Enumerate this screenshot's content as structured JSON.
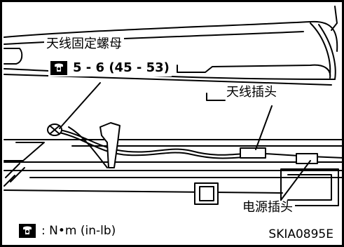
{
  "labels": {
    "antenna_nut": "天线固定螺母",
    "torque_value": "5 - 6 (45 - 53)",
    "antenna_connector": "天线插头",
    "power_connector": "电源插头"
  },
  "legend": {
    "unit_text": ": N•m (in-lb)"
  },
  "figure_code": "SKIA0895E",
  "icons": {
    "torque": "torque-wrench-icon"
  }
}
